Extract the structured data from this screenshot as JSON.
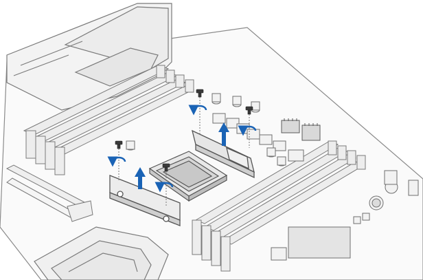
{
  "figure": {
    "kind": "motherboard-installation-illustration",
    "steps": [
      "remove-screws-from-rear-bracket",
      "lift-rear-bracket",
      "remove-screws-from-front-bracket",
      "lift-front-bracket"
    ]
  },
  "colors": {
    "background": "#ffffff",
    "line_art": "#6f6f6f",
    "light_fill": "#f2f2f2",
    "mid_fill": "#d9d9d9",
    "accent_arrow": "#1a63b5",
    "screw": "#3a3a3a"
  },
  "icons": {
    "up_arrow": "arrow-up-icon",
    "rotate": "rotate-ccw-icon",
    "screw": "screw-icon"
  }
}
